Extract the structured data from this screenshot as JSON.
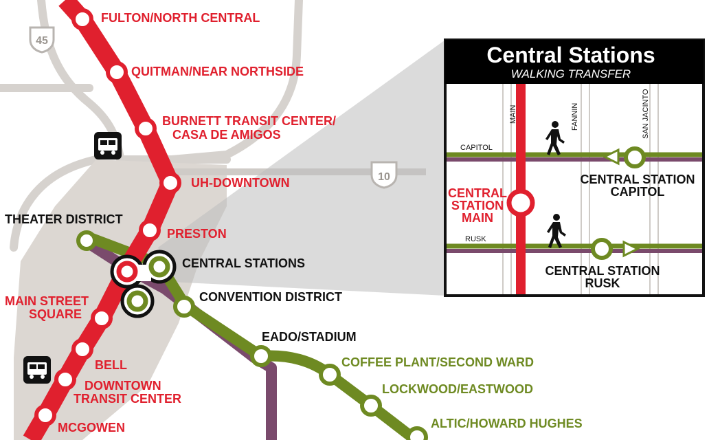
{
  "colors": {
    "red_line": "#e0202e",
    "green_line": "#6e8a22",
    "purple_line": "#7a4a6c",
    "downtown_zone": "#d9d4cf",
    "street": "#cfcbc7",
    "inset_border": "#111111",
    "inset_header_bg": "#000000"
  },
  "highways": {
    "i45": "45",
    "i10": "10"
  },
  "red_stations": {
    "fulton": "FULTON/NORTH CENTRAL",
    "quitman": "QUITMAN/NEAR NORTHSIDE",
    "burnett_1": "BURNETT TRANSIT CENTER/",
    "burnett_2": "CASA DE AMIGOS",
    "uh_downtown": "UH-DOWNTOWN",
    "preston": "PRESTON",
    "main_street_1": "MAIN STREET",
    "main_street_2": "SQUARE",
    "bell": "BELL",
    "downtown_tc_1": "DOWNTOWN",
    "downtown_tc_2": "TRANSIT CENTER",
    "mcgowen": "MCGOWEN"
  },
  "black_labels": {
    "theater_district": "THEATER DISTRICT",
    "central_stations": "CENTRAL STATIONS",
    "convention_district": "CONVENTION DISTRICT",
    "eado": "EADO/STADIUM"
  },
  "green_stations": {
    "coffee_plant": "COFFEE PLANT/SECOND WARD",
    "lockwood": "LOCKWOOD/EASTWOOD",
    "altic": "ALTIC/HOWARD HUGHES"
  },
  "inset": {
    "title": "Central Stations",
    "subtitle": "WALKING TRANSFER",
    "streets": {
      "main": "MAIN",
      "fannin": "FANNIN",
      "san_jacinto": "SAN JACINTO",
      "capitol": "CAPITOL",
      "rusk": "RUSK"
    },
    "central_main": [
      "CENTRAL",
      "STATION",
      "MAIN"
    ],
    "central_capitol": [
      "CENTRAL STATION",
      "CAPITOL"
    ],
    "central_rusk": [
      "CENTRAL STATION",
      "RUSK"
    ]
  }
}
